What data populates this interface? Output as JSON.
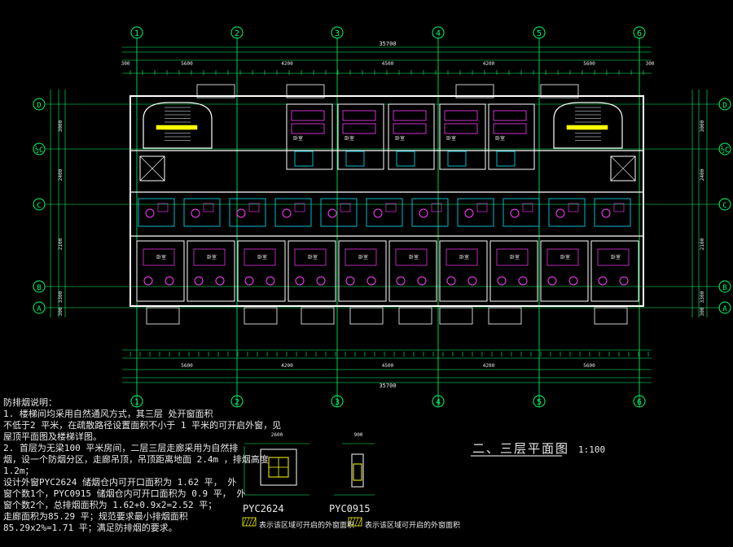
{
  "grid_columns": [
    "1",
    "2",
    "3",
    "4",
    "5",
    "6"
  ],
  "grid_rows": [
    "D",
    "½C",
    "C",
    "B",
    "A"
  ],
  "plan_title": "二、三层平面图",
  "plan_scale": "1:100",
  "top_dims": {
    "overall": "35700",
    "spans": [
      "5600",
      "4200",
      "4500",
      "4200",
      "5600"
    ],
    "edges": [
      "300",
      "300"
    ]
  },
  "bottom_dims": {
    "overall": "35700",
    "spans": [
      "5600",
      "4200",
      "4500",
      "4200",
      "5600"
    ]
  },
  "side_dims": [
    "3000",
    "2400",
    "2100",
    "3300",
    "300"
  ],
  "notes": [
    "防排烟说明：",
    "1.    楼梯间均采用自然通风方式，其三层 处开窗面积",
    "不低于2  平米，在疏散路径设置面积不小于  1 平米的可开启外窗，见",
    "屋顶平面图及楼梯详图。",
    "2.         首层为无梁100  平米房间，二层三层走廊采用为自然排",
    "烟，设一个防烟分区，走廊吊顶，吊顶距离地面     2.4m  ，排烟高度",
    "1.2m；",
    "设计外窗PYC2624       储烟仓内可开口面积为  1.62   平，  外",
    "窗个数1个，PYC0915    储烟仓内可开口面积为  0.9   平，  外",
    "窗个数2个，总排烟面积为   1.62+0.9x2=2.52   平；",
    "走廊面积为85.29      平；规范要求最小排烟面积",
    "85.29x2%=1.71        平；满足防排烟的要求。"
  ],
  "windows": [
    {
      "name": "PYC2624",
      "dim": "2600"
    },
    {
      "name": "PYC0915",
      "dim": "900"
    }
  ],
  "legend": [
    "表示该区域可开启的外窗面积",
    "表示该区域可开启的外窗面积"
  ],
  "room_tags": [
    "卧室",
    "卧室",
    "卧室",
    "卧室",
    "卧室",
    "卧室",
    "卧室",
    "卧室",
    "卧室",
    "卧室"
  ],
  "colors": {
    "background": "#000000",
    "axis": "#00ff66",
    "wall": "#ffffff",
    "fixture": "#ff3cff",
    "door": "#00e5ff",
    "text": "#e8e8e8",
    "hatch": "#ffff00"
  }
}
